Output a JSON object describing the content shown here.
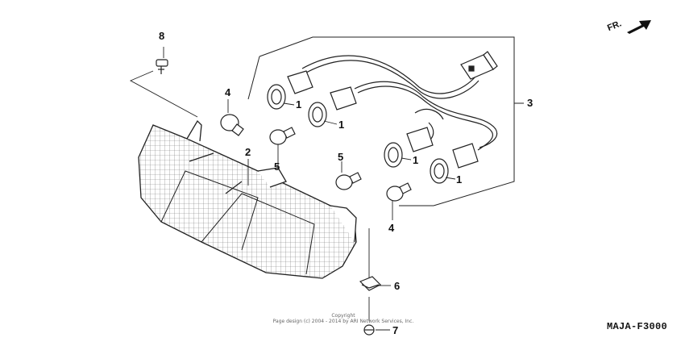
{
  "callouts": {
    "c1a": "1",
    "c1b": "1",
    "c1c": "1",
    "c1d": "1",
    "c2": "2",
    "c3": "3",
    "c4a": "4",
    "c4b": "4",
    "c5a": "5",
    "c5b": "5",
    "c6": "6",
    "c7": "7",
    "c8": "8"
  },
  "direction_label": "FR.",
  "diagram_code": "MAJA-F3000",
  "copyright": {
    "line1": "Copyright",
    "line2": "Page design (c) 2004 - 2014 by ARI Network Services, Inc."
  }
}
